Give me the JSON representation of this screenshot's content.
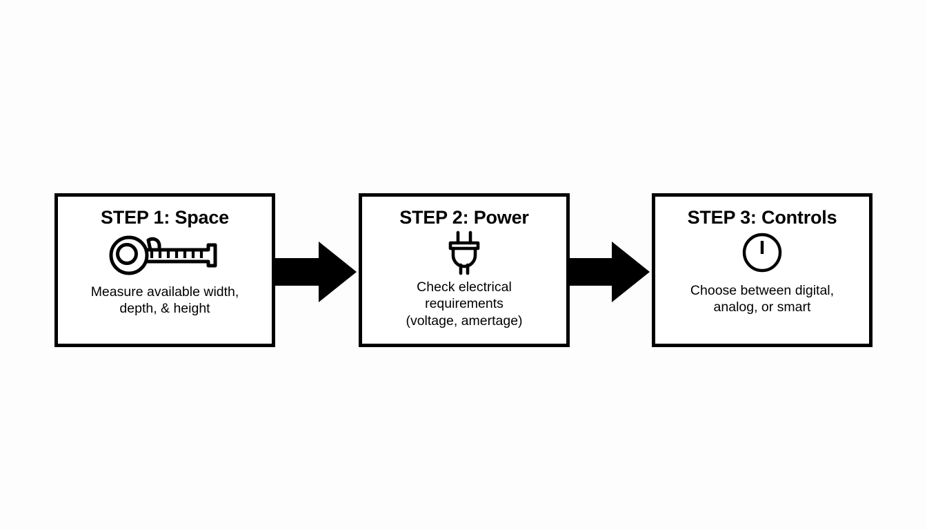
{
  "diagram": {
    "type": "process-flow",
    "orientation": "horizontal",
    "background_color": "#fdfdfd",
    "stroke_color": "#000000",
    "box_fill_color": "#ffffff",
    "steps": [
      {
        "id": "step-1",
        "title": "STEP 1: Space",
        "icon": "tape-measure-icon",
        "description": "Measure available width,\ndepth, & height"
      },
      {
        "id": "step-2",
        "title": "STEP 2: Power",
        "icon": "power-plug-icon",
        "description": "Check electrical\nrequirements\n(voltage, amertage)"
      },
      {
        "id": "step-3",
        "title": "STEP 3: Controls",
        "icon": "control-dial-icon",
        "description": "Choose between digital,\nanalog, or smart"
      }
    ],
    "connectors": [
      {
        "id": "arrow-1",
        "from": "step-1",
        "to": "step-2",
        "shape": "block-arrow-right"
      },
      {
        "id": "arrow-2",
        "from": "step-2",
        "to": "step-3",
        "shape": "block-arrow-right"
      }
    ]
  }
}
